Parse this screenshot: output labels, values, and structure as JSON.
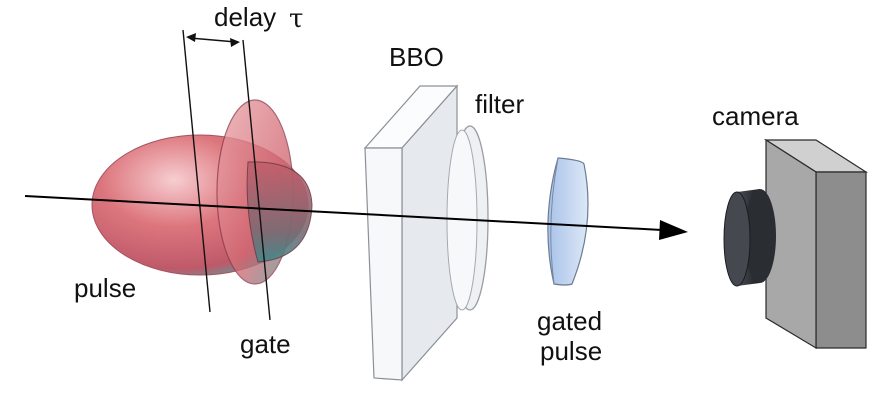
{
  "labels": {
    "delay": "delay",
    "tau": "τ",
    "bbo": "BBO",
    "filter": "filter",
    "camera": "camera",
    "pulse": "pulse",
    "gate": "gate",
    "gated_line1": "gated",
    "gated_line2": "pulse"
  },
  "colors": {
    "pulse_red": "#d9676f",
    "pulse_teal": "#4f8f8f",
    "crystal_fill": "#f3f6f8",
    "filter_fill": "#eef0f2",
    "gated_blue": "#bfd3ef",
    "camera_gray": "#a3a3a3",
    "lens_dark": "#2c2f33"
  }
}
